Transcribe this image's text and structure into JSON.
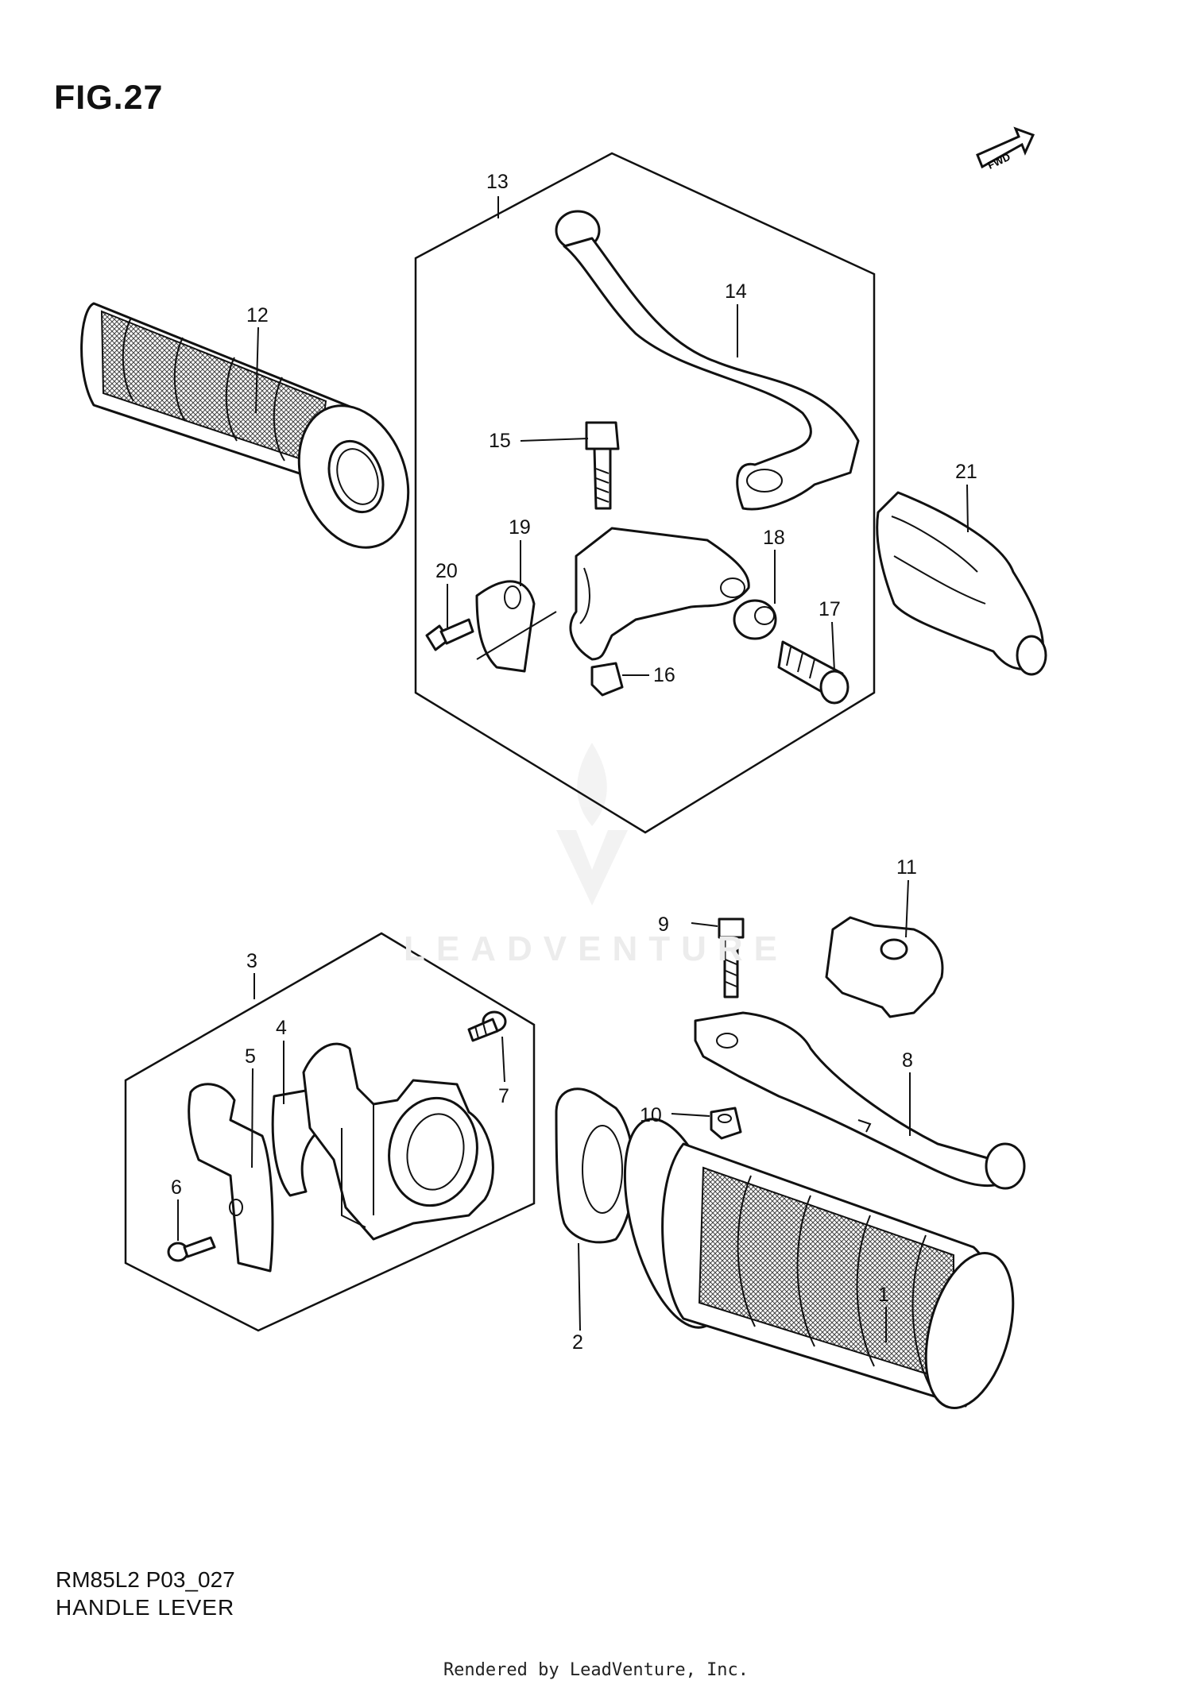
{
  "figure": {
    "title": "FIG.27",
    "model_code": "RM85L2 P03_027",
    "section_name": "HANDLE LEVER",
    "credit": "Rendered by LeadVenture, Inc.",
    "watermark": "LEADVENTURE",
    "fwd_label": "FWD"
  },
  "callouts": [
    "1",
    "2",
    "3",
    "4",
    "5",
    "6",
    "7",
    "8",
    "9",
    "10",
    "11",
    "12",
    "13",
    "14",
    "15",
    "16",
    "17",
    "18",
    "19",
    "20",
    "21"
  ],
  "icons": [
    "fwd-arrow-icon",
    "leadventure-logo-icon"
  ]
}
